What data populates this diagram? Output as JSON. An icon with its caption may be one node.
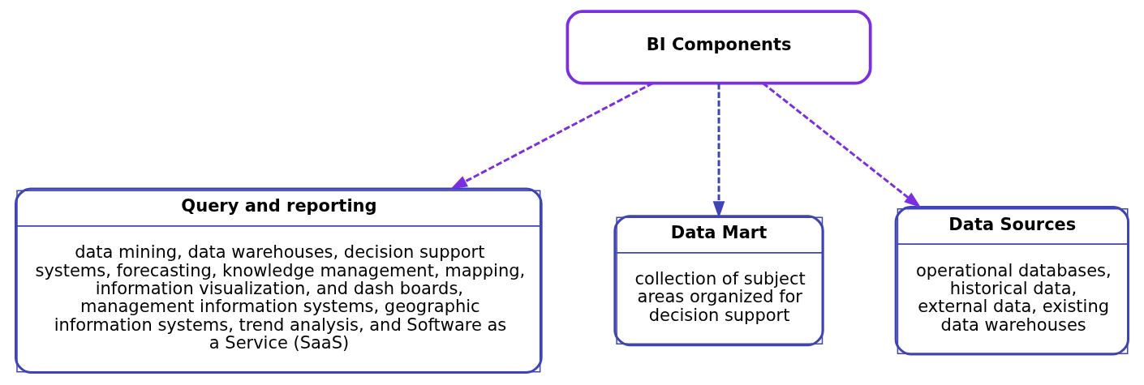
{
  "diagram": {
    "nodes": [
      {
        "text": [
          "BI Components"
        ]
      },
      {
        "text": [
          "Query and reporting",
          "data mining, data warehouses, decision support systems, forecasting, knowledge management, mapping, information visualization, and dash boards, management information systems, geographic information systems, trend analysis, and Software as a Service (SaaS)"
        ]
      },
      {
        "text": [
          "Data Mart",
          "collection of subject areas organized for decision support"
        ]
      },
      {
        "text": [
          "Data Sources",
          "operational databases, historical data, external data, existing data warehouses"
        ]
      }
    ],
    "edges": [
      {
        "from": 0,
        "to": 1,
        "arrow": "to",
        "style": "dashed",
        "color": "#7b2fe0"
      },
      {
        "from": 0,
        "to": 2,
        "arrow": "to",
        "style": "dashed",
        "color": "#3f44b5"
      },
      {
        "from": 0,
        "to": 3,
        "arrow": "to",
        "style": "dashed",
        "color": "#7b2fe0"
      }
    ]
  }
}
